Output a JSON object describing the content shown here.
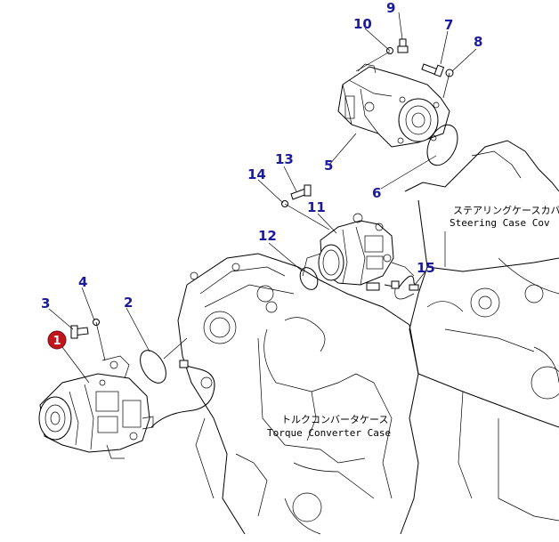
{
  "callouts": [
    {
      "id": "1",
      "text": "1",
      "highlighted": true
    },
    {
      "id": "2",
      "text": "2"
    },
    {
      "id": "3",
      "text": "3"
    },
    {
      "id": "4",
      "text": "4"
    },
    {
      "id": "5",
      "text": "5"
    },
    {
      "id": "6",
      "text": "6"
    },
    {
      "id": "7",
      "text": "7"
    },
    {
      "id": "8",
      "text": "8"
    },
    {
      "id": "9",
      "text": "9"
    },
    {
      "id": "10",
      "text": "10"
    },
    {
      "id": "11",
      "text": "11"
    },
    {
      "id": "12",
      "text": "12"
    },
    {
      "id": "13",
      "text": "13"
    },
    {
      "id": "14",
      "text": "14"
    },
    {
      "id": "15",
      "text": "15"
    }
  ],
  "labels": {
    "steering_case_jp": "ステアリングケースカバ",
    "steering_case_en": "Steering Case Cov",
    "torque_case_jp": "トルクコンバータケース",
    "torque_case_en": "Torque Converter Case"
  },
  "colors": {
    "callout_text": "#1a1a9c",
    "highlight_fill": "#c0151c"
  }
}
